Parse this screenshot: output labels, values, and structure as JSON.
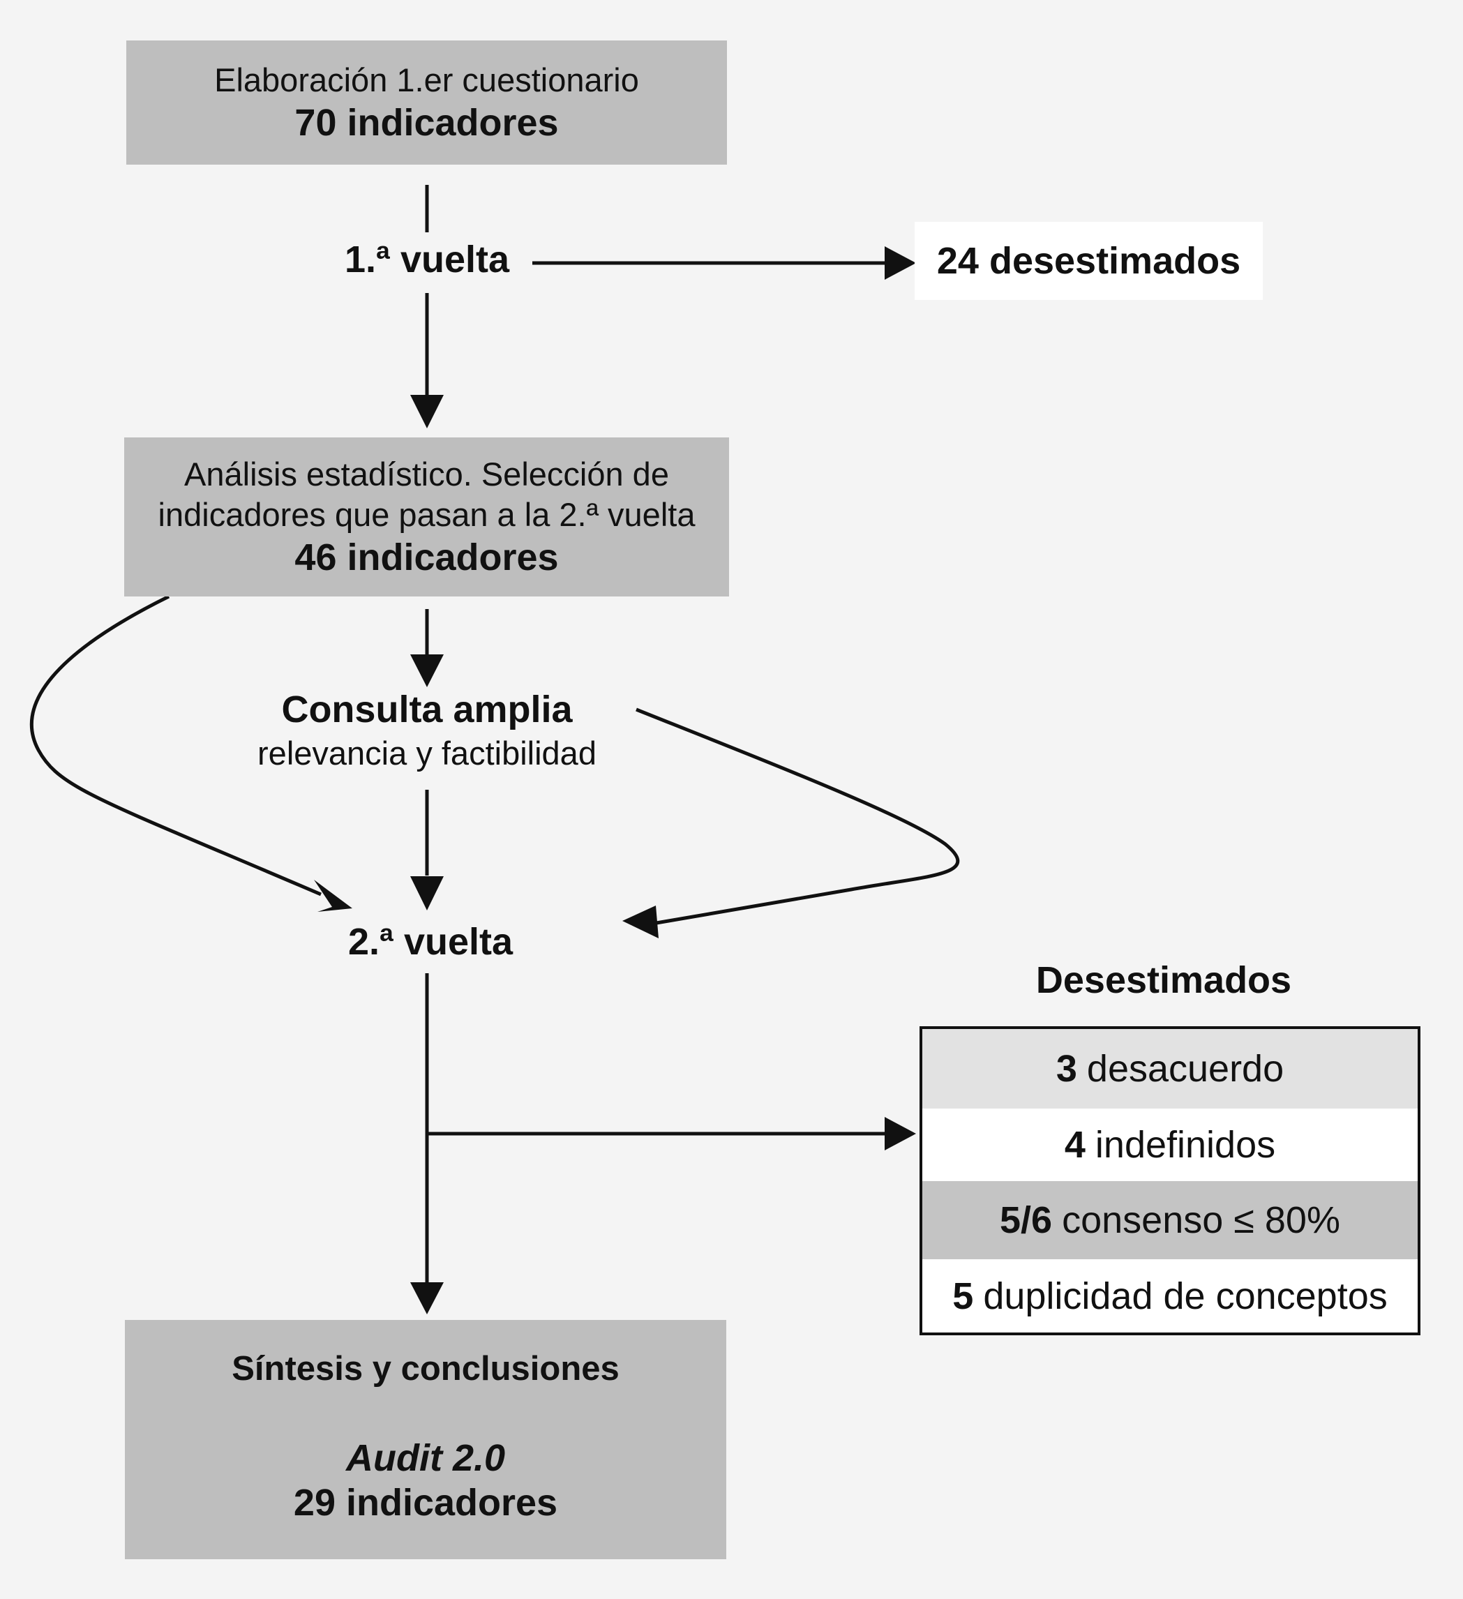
{
  "step1": {
    "line1": "Elaboración 1.er cuestionario",
    "line2": "70 indicadores"
  },
  "round1": {
    "label": "1.ª vuelta",
    "discarded": "24 desestimados"
  },
  "step2": {
    "line1": "Análisis estadístico. Selección de",
    "line2": "indicadores que pasan a la 2.ª vuelta",
    "line3": "46 indicadores"
  },
  "consult": {
    "title": "Consulta amplia",
    "subtitle": "relevancia y factibilidad"
  },
  "round2": {
    "label": "2.ª vuelta"
  },
  "discards": {
    "title": "Desestimados",
    "rows": [
      {
        "count": "3",
        "text": "desacuerdo"
      },
      {
        "count": "4",
        "text": "indefinidos"
      },
      {
        "count": "5/6",
        "text": "consenso ≤ 80%"
      },
      {
        "count": "5",
        "text": "duplicidad de conceptos"
      }
    ]
  },
  "step3": {
    "line1": "Síntesis y conclusiones",
    "line2": "Audit 2.0",
    "line3": "29 indicadores"
  },
  "colors": {
    "box_gray": "#bebebe",
    "row_light": "#e2e2e2",
    "row_white": "#ffffff",
    "row_mid": "#c4c4c4",
    "background": "#f4f4f4"
  }
}
